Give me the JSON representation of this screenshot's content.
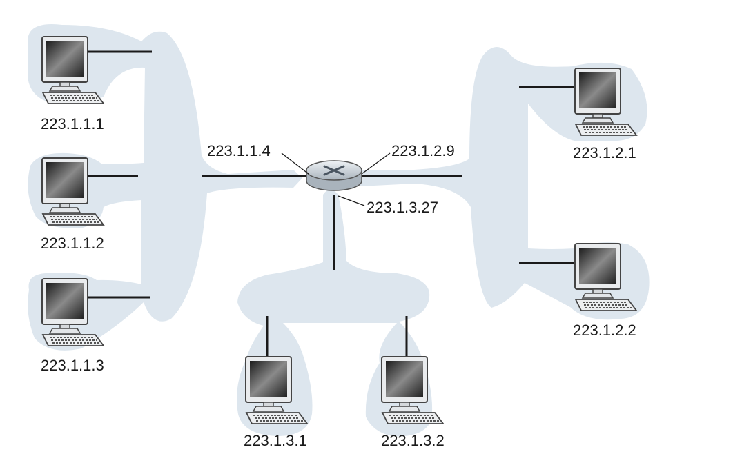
{
  "colors": {
    "network_cloud": "#dde6ee",
    "wire": "#1a1a1a",
    "router_body": "#c9d2da",
    "monitor_screen": "#3a3a3a"
  },
  "icons": {
    "host": "desktop-computer-icon",
    "router": "router-icon"
  },
  "hosts": [
    {
      "ip": "223.1.1.1"
    },
    {
      "ip": "223.1.1.2"
    },
    {
      "ip": "223.1.1.3"
    },
    {
      "ip": "223.1.2.1"
    },
    {
      "ip": "223.1.2.2"
    },
    {
      "ip": "223.1.3.1"
    },
    {
      "ip": "223.1.3.2"
    }
  ],
  "router": {
    "interfaces": [
      {
        "ip": "223.1.1.4"
      },
      {
        "ip": "223.1.2.9"
      },
      {
        "ip": "223.1.3.27"
      }
    ]
  }
}
